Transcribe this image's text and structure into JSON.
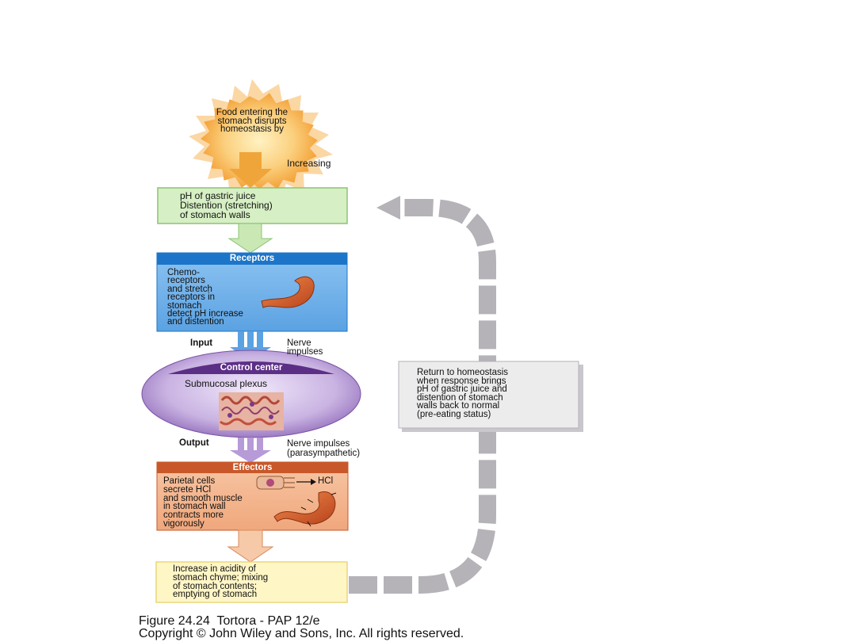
{
  "stimulus": {
    "text": "Food entering the\nstomach disrupts\nhomeostasis by"
  },
  "change_label": "Increasing",
  "controlled_condition": {
    "text": "pH of gastric juice\nDistention (stretching)\nof stomach walls"
  },
  "receptors": {
    "header": "Receptors",
    "text": "Chemo-\nreceptors\nand stretch\nreceptors in\nstomach\ndetect pH increase\nand distention"
  },
  "input": {
    "label": "Input",
    "signal": "Nerve\nimpulses"
  },
  "control_center": {
    "header": "Control center",
    "text": "Submucosal plexus"
  },
  "output": {
    "label": "Output",
    "signal": "Nerve impulses\n(parasympathetic)"
  },
  "effectors": {
    "header": "Effectors",
    "text": "Parietal cells\nsecrete HCl\nand smooth muscle\nin stomach wall\ncontracts more\nvigorously",
    "hcl_label": "HCl"
  },
  "response": {
    "text": "Increase in acidity of\nstomach chyme; mixing\nof stomach contents;\nemptying of stomach"
  },
  "feedback": {
    "text": "Return to homeostasis\nwhen response brings\npH of gastric juice and\ndistention of stomach\nwalls back to normal\n(pre-eating status)"
  },
  "caption": {
    "figure": "Figure 24.24  Tortora - PAP 12/e",
    "copyright": "Copyright © John Wiley and Sons, Inc. All rights reserved."
  },
  "colors": {
    "stimulus": "#f6b24d",
    "arrow_orange": "#f0a53a",
    "condition_fill": "#d6efc4",
    "condition_border": "#8cc475",
    "receptor_fill": "#6aaee8",
    "receptor_header": "#1c75c8",
    "control_fill": "#c8b0e0",
    "control_header": "#5c2f86",
    "effector_fill": "#f3b38d",
    "effector_header": "#c8582a",
    "response_fill": "#fff6c6",
    "response_border": "#e8d77a",
    "feedback_gray": "#b5b2b8",
    "feedback_box": "#ececec"
  },
  "icons": [
    "stomach-icon",
    "submucosal-plexus-image",
    "parietal-cell-icon"
  ]
}
